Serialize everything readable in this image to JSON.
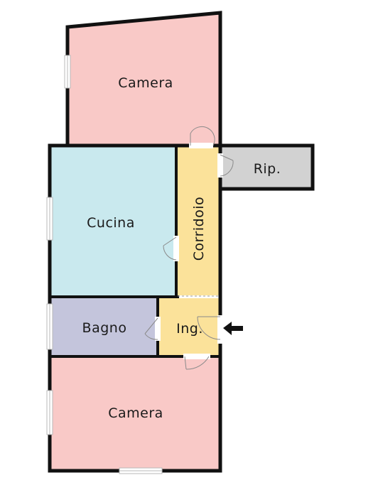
{
  "rooms": {
    "camera_top": {
      "label": "Camera",
      "fill": "#f9c9c7"
    },
    "cucina": {
      "label": "Cucina",
      "fill": "#c9e9ee"
    },
    "corridoio": {
      "label": "Corridoio",
      "fill": "#fbe29a"
    },
    "ripostiglio": {
      "label": "Rip.",
      "fill": "#d2d2d2"
    },
    "bagno": {
      "label": "Bagno",
      "fill": "#c4c5dc"
    },
    "ingresso": {
      "label": "Ing.",
      "fill": "#fbe29a"
    },
    "camera_bottom": {
      "label": "Camera",
      "fill": "#f9c9c7"
    }
  },
  "colors": {
    "wall": "#111111",
    "window_frame": "#b9b9b9",
    "door_line": "#8a8a8a",
    "arrow": "#111111"
  },
  "icons": {
    "entrance": "arrow-left-icon"
  }
}
